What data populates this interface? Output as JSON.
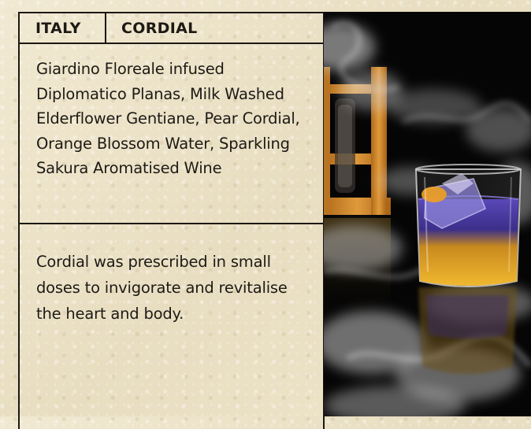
{
  "card": {
    "origin": "ITALY",
    "name": "CORDIAL",
    "ingredients": "Giardino Floreale infused Diplomatico Planas, Milk Washed Elderflower Gentiane, Pear Cordial, Orange Blossom Water, Sparkling Sakura Aromatised Wine",
    "description": "Cordial was prescribed in small doses to invigorate and revitalise the heart and body."
  },
  "photo": {
    "subject": "cocktail-glass-with-smoke",
    "colors": {
      "background": "#050505",
      "liquid_amber": "#d79a1c",
      "liquid_violet": "#4b3ca0",
      "wood": "#d08a2a",
      "smoke": "#d9d9d9"
    }
  }
}
